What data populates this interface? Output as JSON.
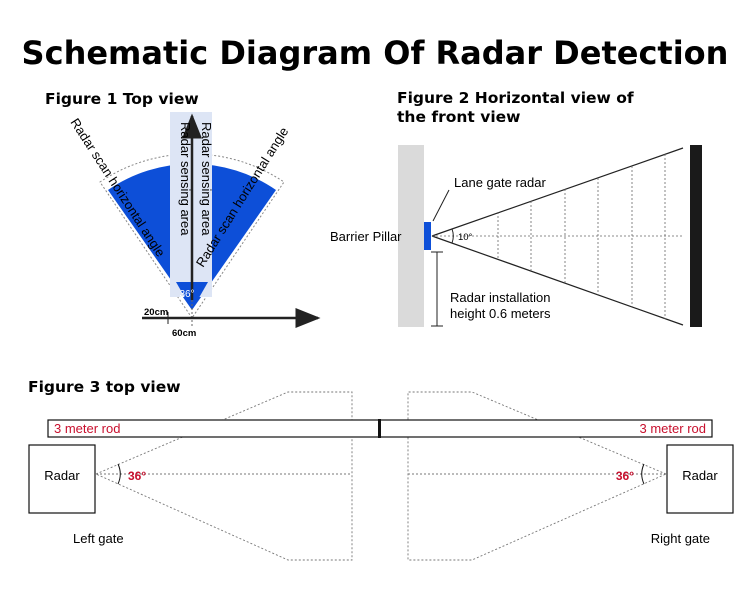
{
  "title": "Schematic Diagram Of Radar Detection",
  "figure1": {
    "heading": "Figure 1 Top view",
    "label_left_arc": "Radar scan horizontal angle",
    "label_right_arc": "Radar scan horizontal angle",
    "label_center_left": "Radar sensing area",
    "label_center_right": "Radar sensing area",
    "angle": "36°",
    "dim_small": "20cm",
    "dim_large": "60cm",
    "colors": {
      "fan": "#0d4fd8",
      "center": "#dde5f5"
    }
  },
  "figure2": {
    "heading_line1": "Figure 2 Horizontal view of",
    "heading_line2": "the front view",
    "lane_gate_radar": "Lane gate radar",
    "barrier_pillar": "Barrier Pillar",
    "angle": "10°",
    "install_line1": "Radar installation",
    "install_line2": "height 0.6 meters"
  },
  "figure3": {
    "heading": "Figure 3 top view",
    "rod_left": "3 meter rod",
    "rod_right": "3 meter rod",
    "radar_left": "Radar",
    "radar_right": "Radar",
    "angle_left": "36°",
    "angle_right": "36°",
    "left_gate": "Left gate",
    "right_gate": "Right gate",
    "colors": {
      "accent": "#c8102e"
    }
  }
}
